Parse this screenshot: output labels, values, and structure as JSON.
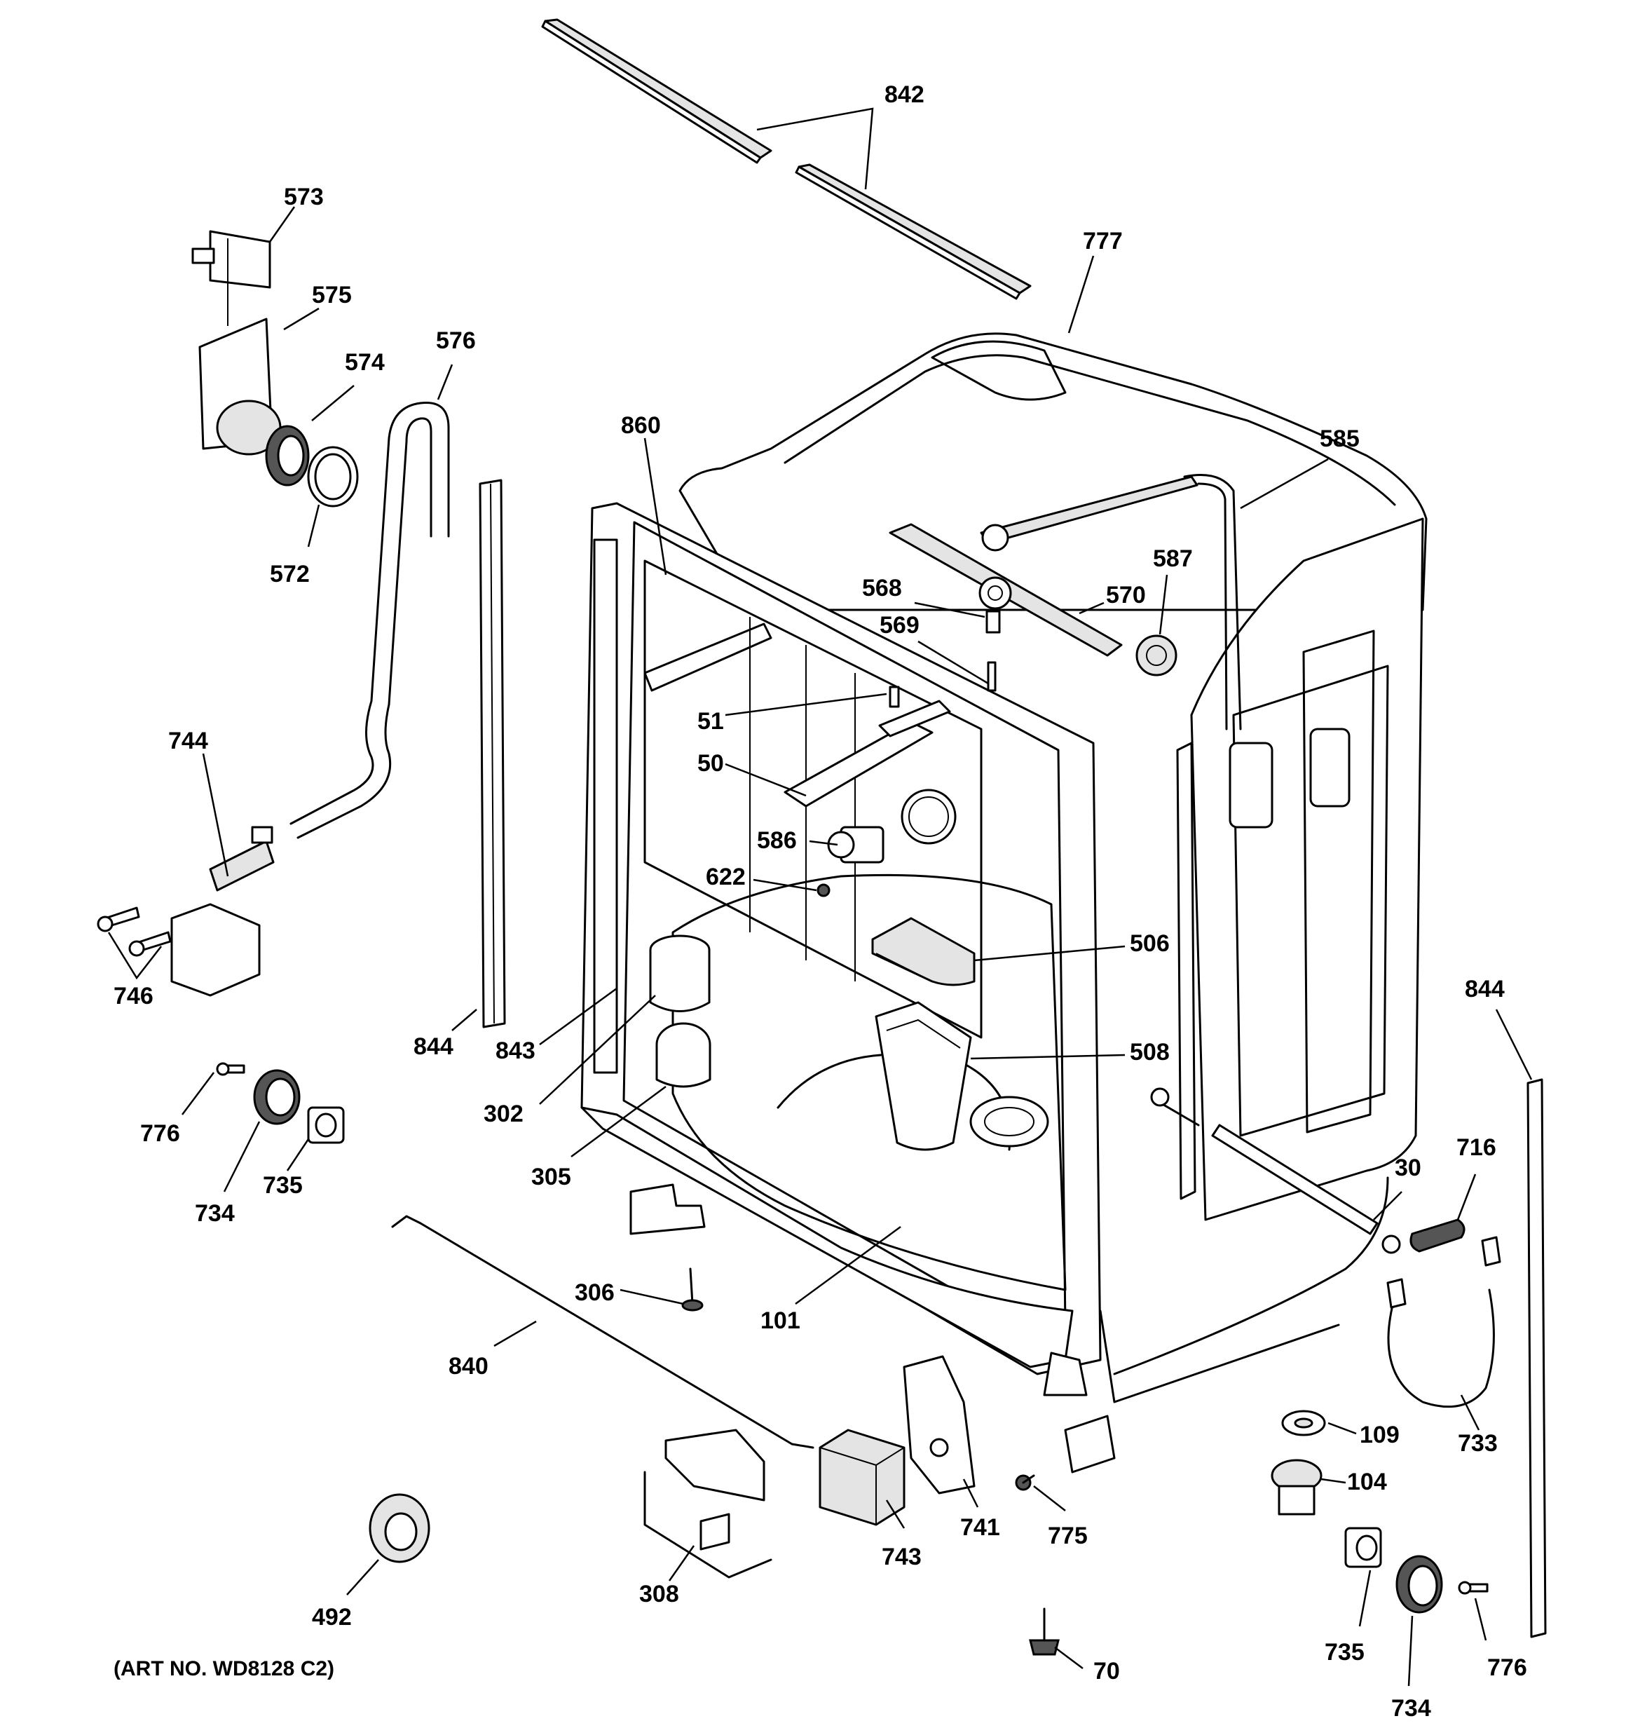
{
  "diagram": {
    "art_number": "(ART NO. WD8128 C2)",
    "callouts": [
      {
        "id": "c842",
        "label": "842"
      },
      {
        "id": "c573",
        "label": "573"
      },
      {
        "id": "c777",
        "label": "777"
      },
      {
        "id": "c575",
        "label": "575"
      },
      {
        "id": "c576",
        "label": "576"
      },
      {
        "id": "c574",
        "label": "574"
      },
      {
        "id": "c860",
        "label": "860"
      },
      {
        "id": "c585",
        "label": "585"
      },
      {
        "id": "c572",
        "label": "572"
      },
      {
        "id": "c587",
        "label": "587"
      },
      {
        "id": "c568",
        "label": "568"
      },
      {
        "id": "c570",
        "label": "570"
      },
      {
        "id": "c569",
        "label": "569"
      },
      {
        "id": "c744",
        "label": "744"
      },
      {
        "id": "c51",
        "label": "51"
      },
      {
        "id": "c50",
        "label": "50"
      },
      {
        "id": "c586",
        "label": "586"
      },
      {
        "id": "c622",
        "label": "622"
      },
      {
        "id": "c506",
        "label": "506"
      },
      {
        "id": "c746",
        "label": "746"
      },
      {
        "id": "c844a",
        "label": "844"
      },
      {
        "id": "c844b",
        "label": "844"
      },
      {
        "id": "c843",
        "label": "843"
      },
      {
        "id": "c508",
        "label": "508"
      },
      {
        "id": "c302",
        "label": "302"
      },
      {
        "id": "c776a",
        "label": "776"
      },
      {
        "id": "c716",
        "label": "716"
      },
      {
        "id": "c30",
        "label": "30"
      },
      {
        "id": "c734a",
        "label": "734"
      },
      {
        "id": "c735a",
        "label": "735"
      },
      {
        "id": "c305",
        "label": "305"
      },
      {
        "id": "c306",
        "label": "306"
      },
      {
        "id": "c101",
        "label": "101"
      },
      {
        "id": "c840",
        "label": "840"
      },
      {
        "id": "c109",
        "label": "109"
      },
      {
        "id": "c733",
        "label": "733"
      },
      {
        "id": "c104",
        "label": "104"
      },
      {
        "id": "c741",
        "label": "741"
      },
      {
        "id": "c775",
        "label": "775"
      },
      {
        "id": "c743",
        "label": "743"
      },
      {
        "id": "c308",
        "label": "308"
      },
      {
        "id": "c492",
        "label": "492"
      },
      {
        "id": "c735b",
        "label": "735"
      },
      {
        "id": "c776b",
        "label": "776"
      },
      {
        "id": "c70",
        "label": "70"
      },
      {
        "id": "c734b",
        "label": "734"
      }
    ]
  }
}
